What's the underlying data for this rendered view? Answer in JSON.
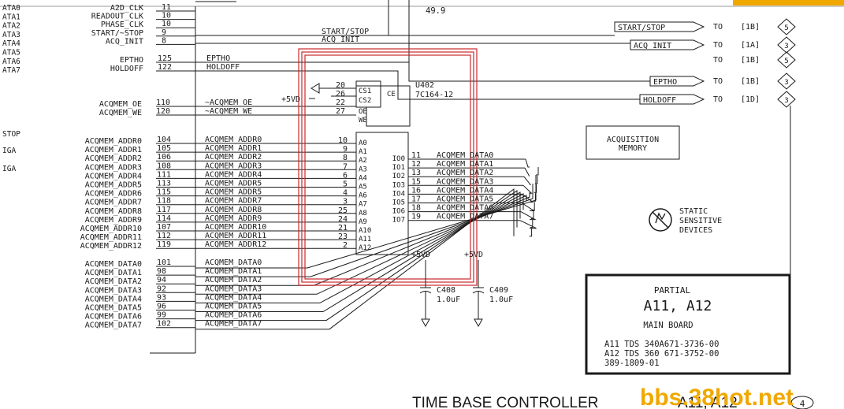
{
  "title_bar": "TIME BASE CONTROLLER",
  "title_bar_tail": "A11, A12",
  "sheet_mark": "4",
  "watermark": "bbs.38hot.net",
  "top_value": "49.9",
  "left_edge": {
    "labels": [
      "ATA0",
      "ATA1",
      "ATA2",
      "ATA3",
      "ATA4",
      "ATA5",
      "ATA6",
      "ATA7"
    ],
    "stop": "STOP",
    "iga1": "IGA",
    "iga2": "IGA"
  },
  "ctrl_signals": [
    {
      "name": "A2D_CLK",
      "pin": "11"
    },
    {
      "name": "READOUT_CLK",
      "pin": "10"
    },
    {
      "name": "PHASE_CLK",
      "pin": "10"
    },
    {
      "name": "START/~STOP",
      "pin": "9"
    },
    {
      "name": "ACQ_INIT",
      "pin": "8"
    }
  ],
  "epth": [
    {
      "name": "EPTHO",
      "pin": "125",
      "net": "EPTHO"
    },
    {
      "name": "HOLDOFF",
      "pin": "122",
      "net": "HOLDOFF"
    }
  ],
  "bus_labels": {
    "start_stop": "START/STOP",
    "acq_init": "ACQ_INIT"
  },
  "offpage": [
    {
      "label": "START/STOP",
      "to": "TO",
      "ref": "[1B]",
      "num": "5"
    },
    {
      "label": "ACQ_INIT",
      "to": "TO",
      "ref": "[1A]",
      "num": "3"
    },
    {
      "label": "",
      "to": "TO",
      "ref": "[1B]",
      "num": "5"
    },
    {
      "label": "EPTHO",
      "to": "TO",
      "ref": "[1B]",
      "num": "3"
    },
    {
      "label": "HOLDOFF",
      "to": "TO",
      "ref": "[1D]",
      "num": "3"
    }
  ],
  "oe_we": [
    {
      "name": "ACQMEM_OE",
      "pin": "110",
      "net": "~ACQMEM_OE",
      "chip": "22"
    },
    {
      "name": "ACQMEM_WE",
      "pin": "120",
      "net": "~ACQMEM_WE",
      "chip": "27"
    }
  ],
  "plus5v": "+5VD",
  "chip": {
    "ref": "U402",
    "part": "7C164-12",
    "ce": "CE",
    "cs1": "CS1",
    "cs2": "CS2",
    "oe": "OE",
    "we": "WE",
    "cs_pins": [
      "20",
      "26"
    ],
    "addr_names": [
      "A0",
      "A1",
      "A2",
      "A3",
      "A4",
      "A5",
      "A6",
      "A7",
      "A8",
      "A9",
      "A10",
      "A11",
      "A12"
    ],
    "addr_chip_pins": [
      "10",
      "9",
      "8",
      "7",
      "6",
      "5",
      "4",
      "3",
      "25",
      "24",
      "21",
      "23",
      "2"
    ],
    "io_names": [
      "IO0",
      "IO1",
      "IO2",
      "IO3",
      "IO4",
      "IO5",
      "IO6",
      "IO7"
    ]
  },
  "addr": [
    {
      "name": "ACQMEM_ADDR0",
      "pin": "104",
      "net": "ACQMEM_ADDR0"
    },
    {
      "name": "ACQMEM_ADDR1",
      "pin": "105",
      "net": "ACQMEM_ADDR1"
    },
    {
      "name": "ACQMEM_ADDR2",
      "pin": "106",
      "net": "ACQMEM_ADDR2"
    },
    {
      "name": "ACQMEM_ADDR3",
      "pin": "108",
      "net": "ACQMEM_ADDR3"
    },
    {
      "name": "ACQMEM_ADDR4",
      "pin": "111",
      "net": "ACQMEM_ADDR4"
    },
    {
      "name": "ACQMEM_ADDR5",
      "pin": "113",
      "net": "ACQMEM_ADDR5"
    },
    {
      "name": "ACQMEM_ADDR6",
      "pin": "115",
      "net": "ACQMEM_ADDR5"
    },
    {
      "name": "ACQMEM_ADDR7",
      "pin": "118",
      "net": "ACQMEM_ADDR7"
    },
    {
      "name": "ACQMEM_ADDR8",
      "pin": "117",
      "net": "ACQMEM_ADDR8"
    },
    {
      "name": "ACQMEM_ADDR9",
      "pin": "114",
      "net": "ACQMEM_ADDR9"
    },
    {
      "name": "ACQMEM_ADDR10",
      "pin": "107",
      "net": "ACQMEM_ADDR10"
    },
    {
      "name": "ACQMEM_ADDR11",
      "pin": "112",
      "net": "ACQMEM_ADDR11"
    },
    {
      "name": "ACQMEM_ADDR12",
      "pin": "119",
      "net": "ACQMEM_ADDR12"
    }
  ],
  "data_out": [
    {
      "pin": "11",
      "net": "ACQMEM_DATA0"
    },
    {
      "pin": "12",
      "net": "ACQMEM_DATA1"
    },
    {
      "pin": "13",
      "net": "ACQMEM_DATA2"
    },
    {
      "pin": "15",
      "net": "ACQMEM_DATA3"
    },
    {
      "pin": "16",
      "net": "ACQMEM_DATA4"
    },
    {
      "pin": "17",
      "net": "ACQMEM_DATA5"
    },
    {
      "pin": "18",
      "net": "ACQMEM_DATA6"
    },
    {
      "pin": "19",
      "net": "ACQMEM_DATA7"
    }
  ],
  "data_in": [
    {
      "name": "ACQMEM_DATA0",
      "pin": "101",
      "net": "ACQMEM_DATA0"
    },
    {
      "name": "ACQMEM_DATA1",
      "pin": "98",
      "net": "ACQMEM_DATA1"
    },
    {
      "name": "ACQMEM_DATA2",
      "pin": "94",
      "net": "ACQMEM_DATA2"
    },
    {
      "name": "ACQMEM_DATA3",
      "pin": "92",
      "net": "ACQMEM_DATA3"
    },
    {
      "name": "ACQMEM_DATA4",
      "pin": "93",
      "net": "ACQMEM_DATA4"
    },
    {
      "name": "ACQMEM_DATA5",
      "pin": "96",
      "net": "ACQMEM_DATA5"
    },
    {
      "name": "ACQMEM_DATA6",
      "pin": "99",
      "net": "ACQMEM_DATA6"
    },
    {
      "name": "ACQMEM_DATA7",
      "pin": "102",
      "net": "ACQMEM_DATA7"
    }
  ],
  "caps": [
    {
      "ref": "C408",
      "value": "1.0uF",
      "rail": "+5VD"
    },
    {
      "ref": "C409",
      "value": "1.0uF",
      "rail": "+5VD"
    }
  ],
  "acq_mem": [
    "ACQUISITION",
    "MEMORY"
  ],
  "static": [
    "STATIC",
    "SENSITIVE",
    "DEVICES"
  ],
  "title_block": {
    "partial": "PARTIAL",
    "boards": "A11, A12",
    "main": "MAIN BOARD",
    "line1": "A11 TDS 340A671-3736-00",
    "line2": "A12 TDS 360 671-3752-00",
    "line3": "389-1809-01"
  },
  "colors": {
    "ink": "#1a1a1a",
    "highlight": "#c8282d",
    "watermark": "#f0a800"
  }
}
